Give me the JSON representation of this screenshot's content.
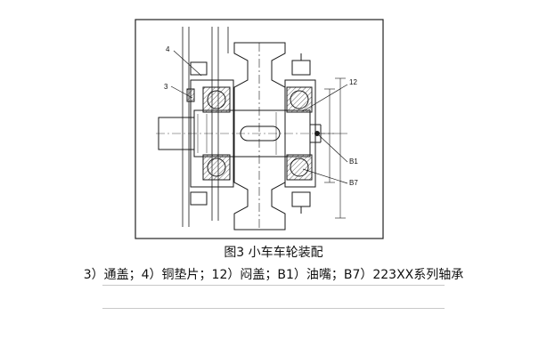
{
  "figure": {
    "caption": "图3    小车车轮装配",
    "legend": "3）通盖；4）铜垫片；12）闷盖；B1）油嘴；B7）223XX系列轴承"
  },
  "callouts": {
    "c4": "4",
    "c3": "3",
    "c12": "12",
    "cB1": "B1",
    "cB7": "B7"
  },
  "colors": {
    "line": "#1a1a1a",
    "frame": "#222222",
    "hatch": "#333333"
  }
}
